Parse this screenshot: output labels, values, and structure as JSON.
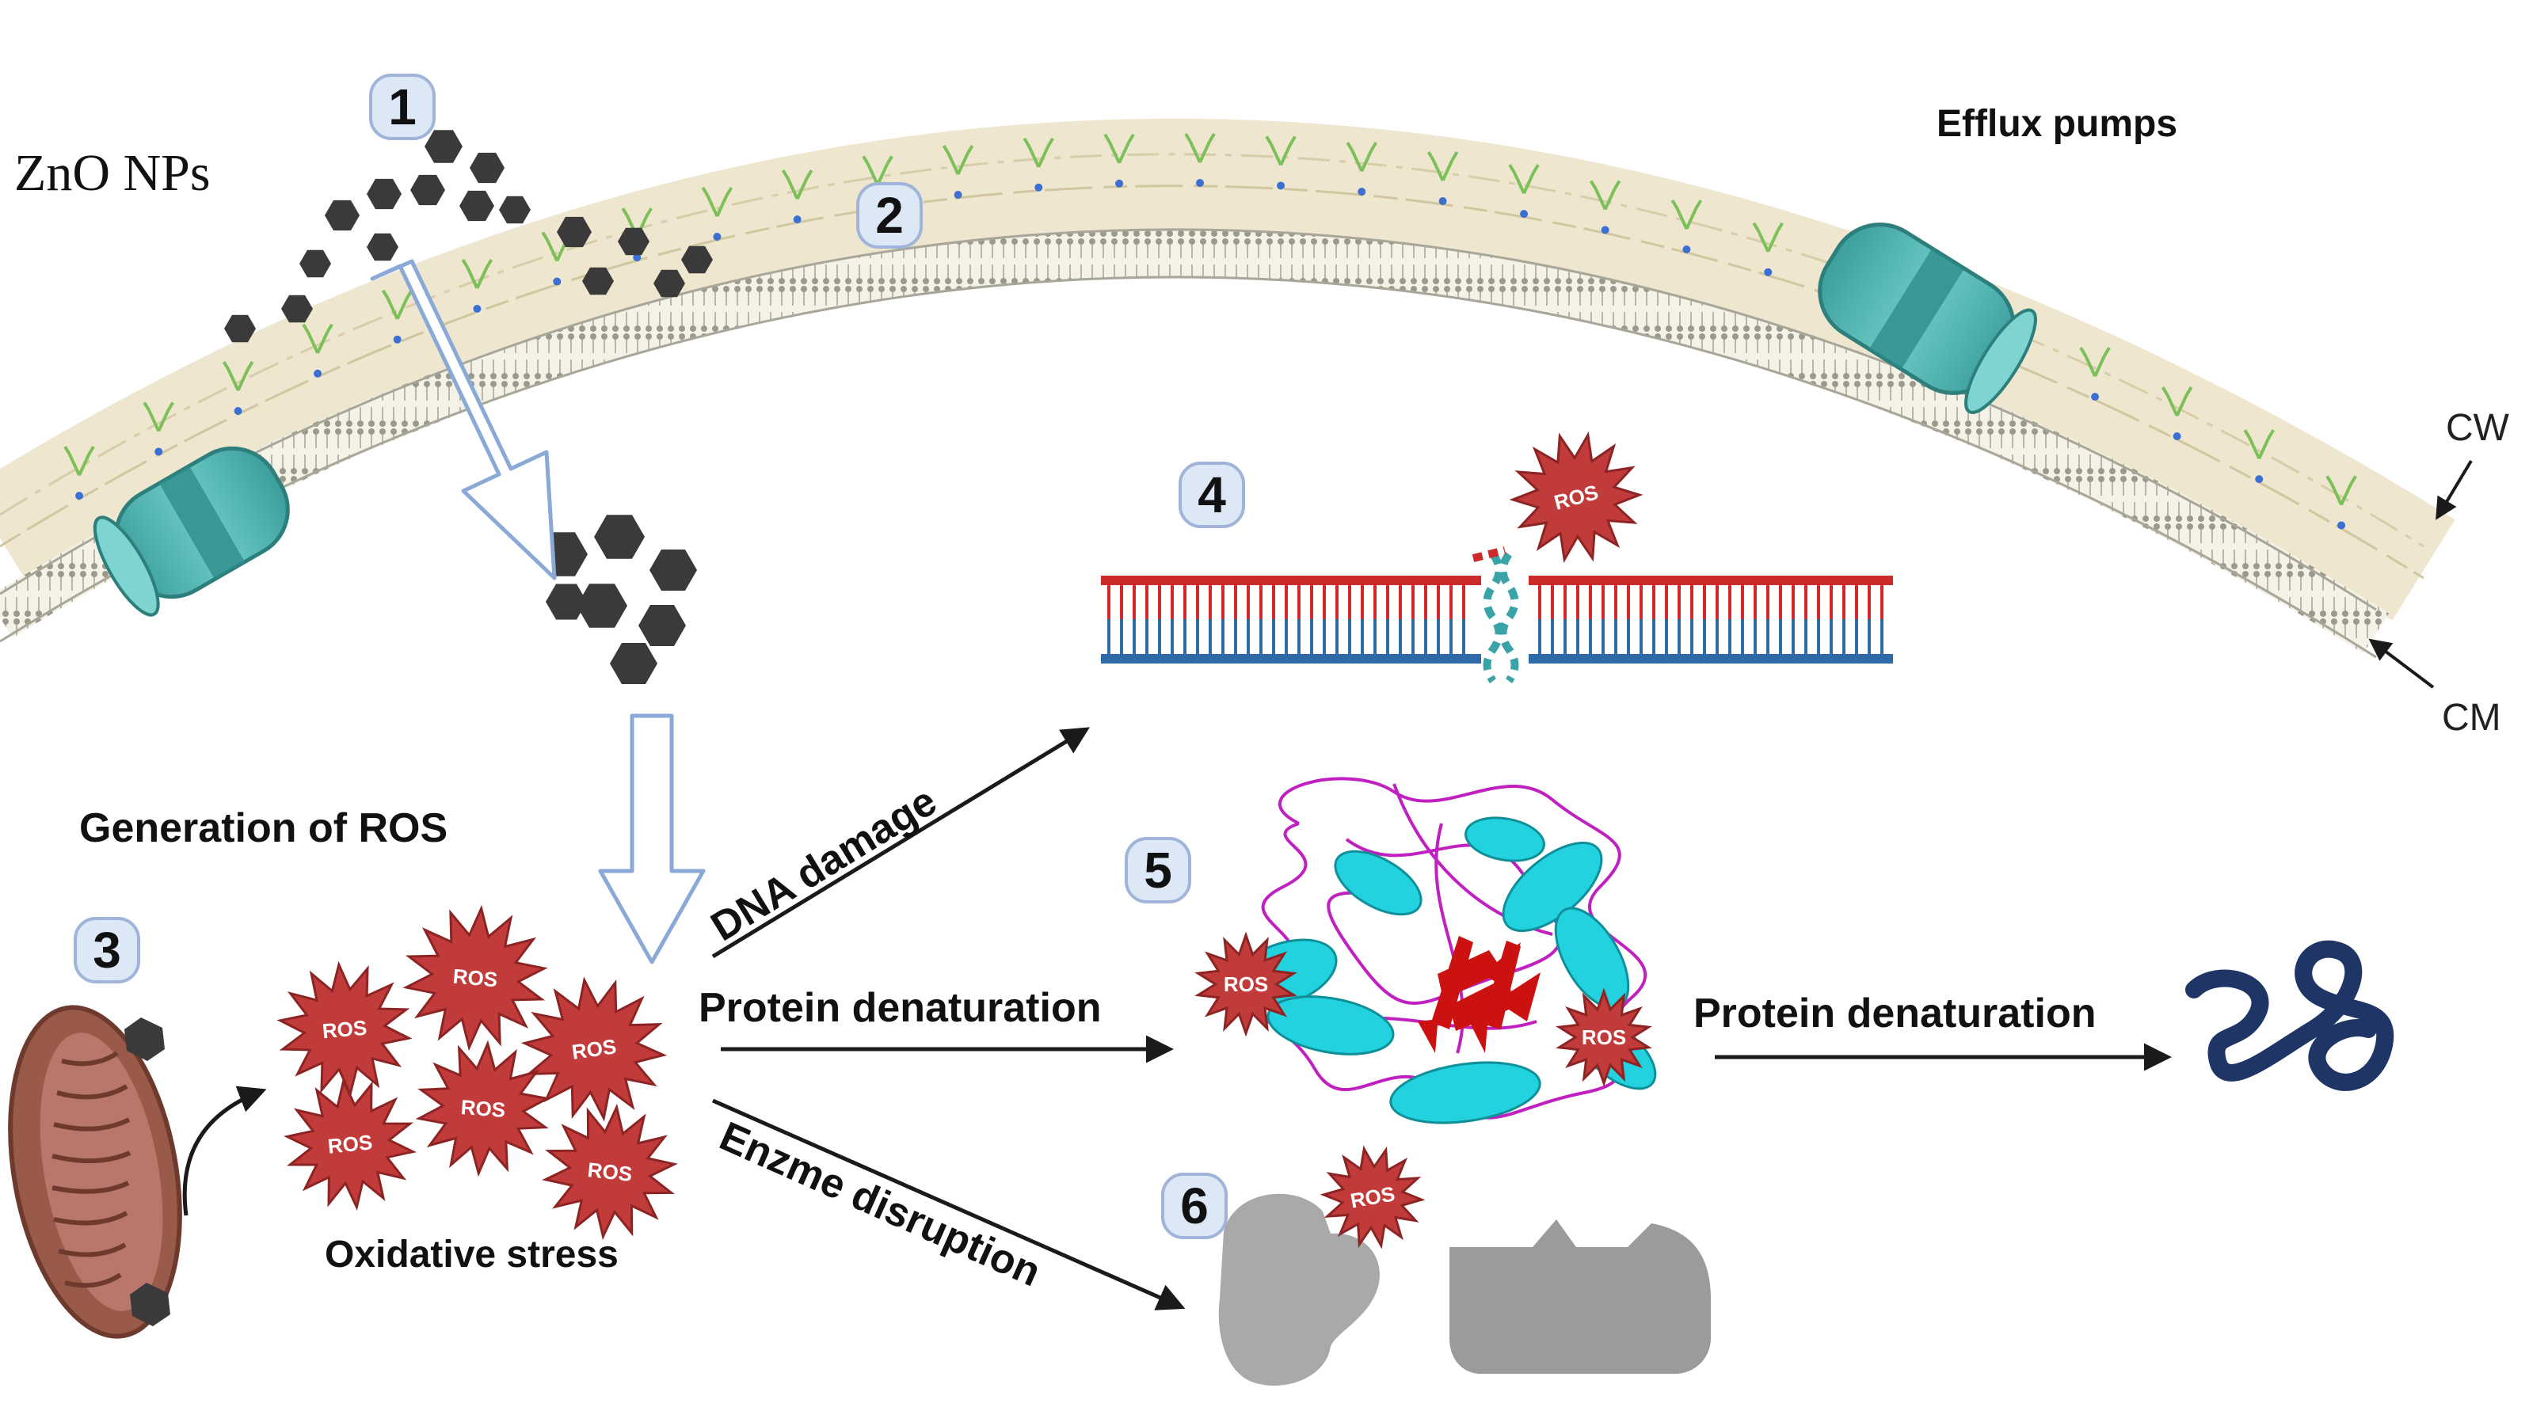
{
  "labels": {
    "zno_nps": "ZnO NPs",
    "efflux_pumps": "Efflux pumps",
    "cw": "CW",
    "cm": "CM",
    "generation_of_ros": "Generation of ROS",
    "dna_damage": "DNA damage",
    "protein_denaturation_1": "Protein denaturation",
    "protein_denaturation_2": "Protein denaturation",
    "enzyme_disruption": "Enzme disruption",
    "oxidative_stress": "Oxidative stress",
    "ros": "ROS"
  },
  "steps": [
    "1",
    "2",
    "3",
    "4",
    "5",
    "6"
  ],
  "colors": {
    "ros_fill": "#c23b3b",
    "pump": "#52b5b1",
    "nanoparticle": "#3a3a3a",
    "dna_top": "#cc2a2a",
    "dna_bottom": "#2f6aa8",
    "helix_cyan": "#22d2de",
    "loop_magenta": "#c020c0",
    "sheet_red": "#cc1111",
    "denatured_chain": "#1f3566",
    "enzyme_grey": "#a9a9a9",
    "mitochondria": "#9a5a4a",
    "badge_fill": "#dde8f7"
  }
}
